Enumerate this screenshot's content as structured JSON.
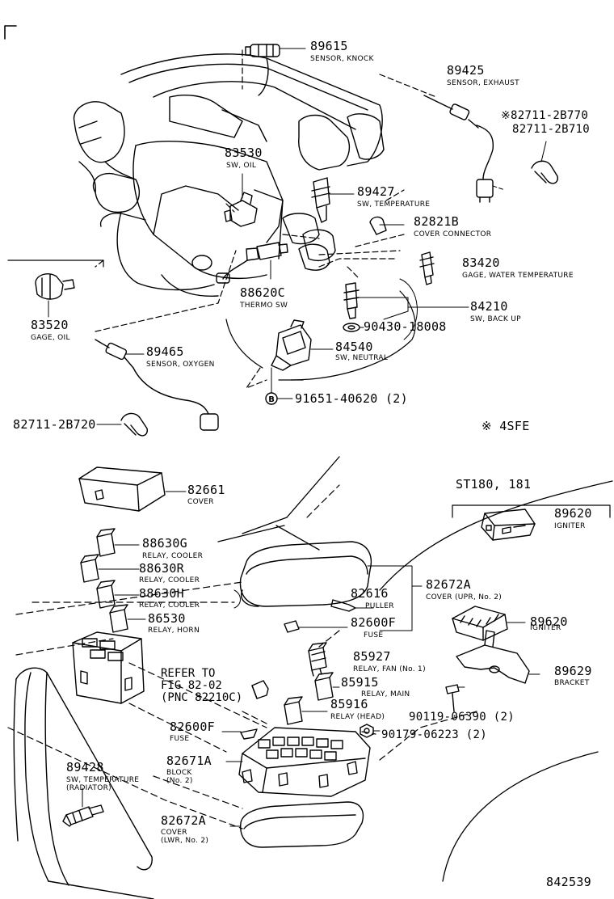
{
  "diagram_id": "842539",
  "variant_marker": "※ 4SFE",
  "model_group": "ST180, 181",
  "callouts": [
    {
      "part_no": "89615",
      "desc": "SENSOR, KNOCK"
    },
    {
      "part_no": "89425",
      "desc": "SENSOR, EXHAUST"
    },
    {
      "part_no": "※82711-2B770",
      "desc": ""
    },
    {
      "part_no": "82711-2B710",
      "desc": ""
    },
    {
      "part_no": "83530",
      "desc": "SW, OIL"
    },
    {
      "part_no": "89427",
      "desc": "SW, TEMPERATURE"
    },
    {
      "part_no": "82821B",
      "desc": "COVER CONNECTOR"
    },
    {
      "part_no": "83420",
      "desc": "GAGE, WATER TEMPERATURE"
    },
    {
      "part_no": "83520",
      "desc": "GAGE, OIL"
    },
    {
      "part_no": "88620C",
      "desc": "THERMO SW"
    },
    {
      "part_no": "84210",
      "desc": "SW, BACK UP"
    },
    {
      "part_no": "90430-18008",
      "desc": ""
    },
    {
      "part_no": "89465",
      "desc": "SENSOR, OXYGEN"
    },
    {
      "part_no": "84540",
      "desc": "SW, NEUTRAL"
    },
    {
      "part_no": "91651-40620 (2)",
      "desc": ""
    },
    {
      "part_no": "82711-2B720",
      "desc": ""
    },
    {
      "part_no": "82661",
      "desc": "COVER"
    },
    {
      "part_no": "89620",
      "desc": "IGNITER"
    },
    {
      "part_no": "88630G",
      "desc": "RELAY, COOLER"
    },
    {
      "part_no": "88630R",
      "desc": "RELAY, COOLER"
    },
    {
      "part_no": "88630H",
      "desc": "RELAY, COOLER"
    },
    {
      "part_no": "86530",
      "desc": "RELAY, HORN"
    },
    {
      "part_no": "82672A",
      "desc": "COVER (UPR, No. 2)"
    },
    {
      "part_no": "82616",
      "desc": "PULLER"
    },
    {
      "part_no": "82600F",
      "desc": "FUSE"
    },
    {
      "part_no": "89620",
      "desc": "IGNITER"
    },
    {
      "part_no": "85927",
      "desc": "RELAY, FAN (No. 1)"
    },
    {
      "part_no": "89629",
      "desc": "BRACKET"
    },
    {
      "part_no": "85915",
      "desc": "RELAY, MAIN"
    },
    {
      "part_no": "85916",
      "desc": "RELAY (HEAD)"
    },
    {
      "part_no": "90119-06390 (2)",
      "desc": ""
    },
    {
      "part_no": "90179-06223 (2)",
      "desc": ""
    },
    {
      "part_no": "82600F",
      "desc": "FUSE"
    },
    {
      "part_no": "82671A",
      "desc": "BLOCK"
    },
    {
      "part_no": "89428",
      "desc": "SW, TEMPERATURE"
    },
    {
      "part_no": "82672A",
      "desc": "COVER"
    }
  ],
  "extra_text": {
    "block_no2": "(No. 2)",
    "radiator": "(RADIATOR)",
    "cover_lwr": "(LWR, No. 2)",
    "refer_1": "REFER TO",
    "refer_2": "FIG 82-02",
    "refer_3": "(PNC 82210C)",
    "bolt_marker": "B"
  }
}
